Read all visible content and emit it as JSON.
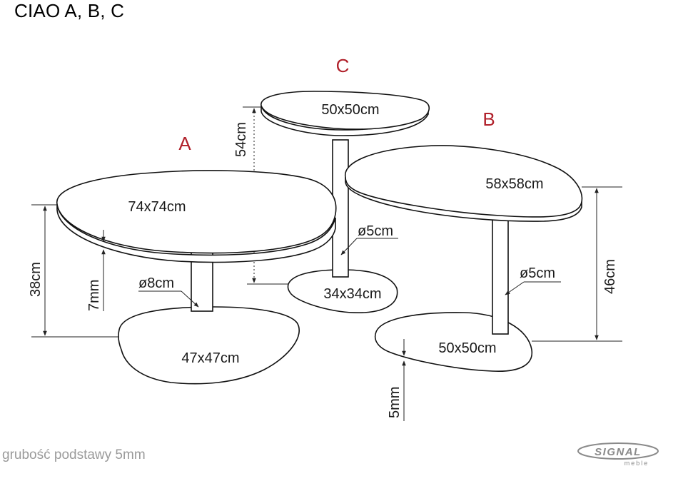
{
  "title": "CIAO A, B, C",
  "tables": {
    "a": {
      "letter": "A",
      "top": "74x74cm",
      "base": "47x47cm",
      "leg": "ø8cm",
      "height": "38cm",
      "thickness": "7mm"
    },
    "b": {
      "letter": "B",
      "top": "58x58cm",
      "base": "50x50cm",
      "leg": "ø5cm",
      "height": "46cm",
      "base_thickness": "5mm"
    },
    "c": {
      "letter": "C",
      "top": "50x50cm",
      "base": "34x34cm",
      "leg": "ø5cm",
      "height": "54cm"
    }
  },
  "footer": {
    "note": "grubość podstawy 5mm"
  },
  "logo": {
    "brand": "SIGNAL",
    "sub": "meble"
  },
  "colors": {
    "letter": "#b0202a",
    "footer": "#9a9a9a"
  }
}
